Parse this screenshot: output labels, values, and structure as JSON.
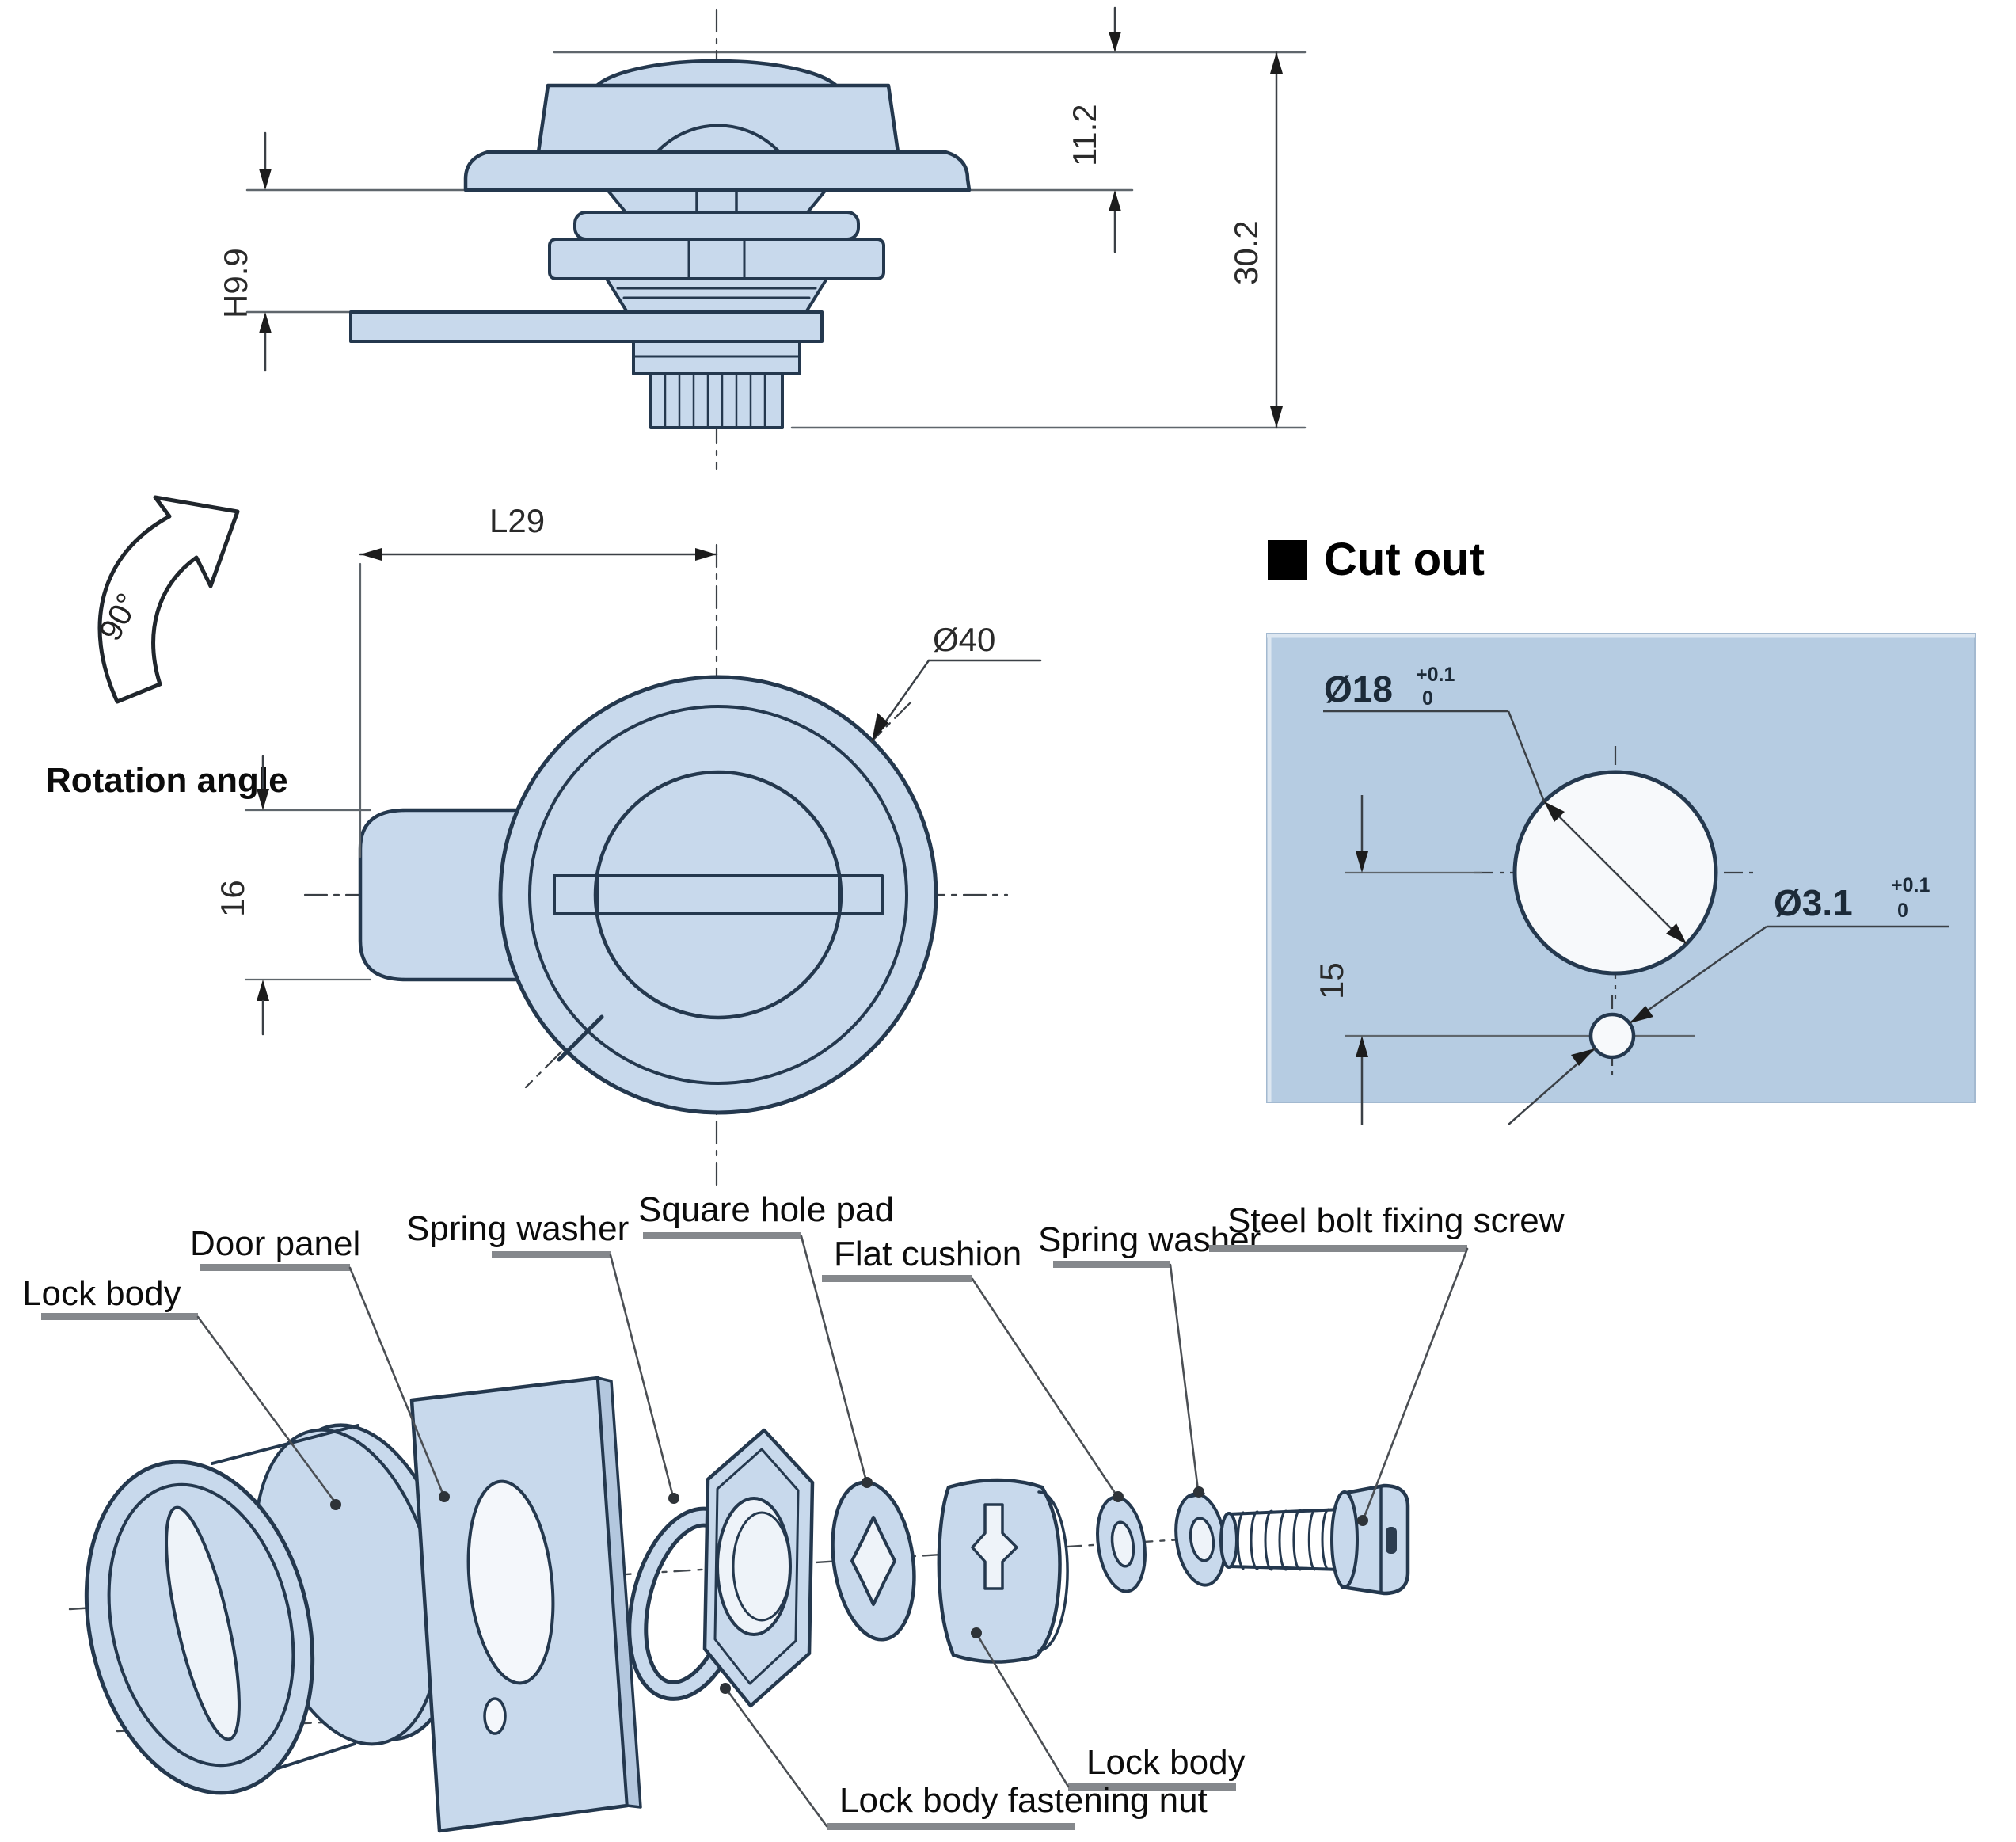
{
  "colors": {
    "part_fill": "#c8d9ec",
    "part_fill_light": "#eef3f9",
    "panel_fill": "#b6cce2",
    "outline": "#24384e",
    "dim_line": "#5f666c",
    "leader_bar": "#85888c",
    "text": "#0c0c0c"
  },
  "side_view": {
    "dim_h": "H9.9",
    "dim_head": "11.2",
    "dim_total": "30.2"
  },
  "front_view": {
    "dim_length": "L29",
    "dim_diameter": "Ø40",
    "dim_tab": "16",
    "rotation_deg": "90°",
    "rotation_label": "Rotation angle"
  },
  "cutout": {
    "title": "Cut out",
    "hole_dia": "Ø18",
    "hole_tol_plus": "+0.1",
    "hole_tol_minus": "0",
    "pin_dia": "Ø3.1",
    "pin_tol_plus": "+0.1",
    "pin_tol_minus": "0",
    "dim_offset": "15"
  },
  "exploded": {
    "lock_body_left": "Lock body",
    "door_panel": "Door panel",
    "spring_washer_1": "Spring washer",
    "square_hole_pad": "Square hole pad",
    "flat_cushion": "Flat cushion",
    "spring_washer_2": "Spring washer",
    "steel_bolt": "Steel bolt fixing screw",
    "lock_body_right": "Lock body",
    "fastening_nut": "Lock body fastening nut"
  }
}
